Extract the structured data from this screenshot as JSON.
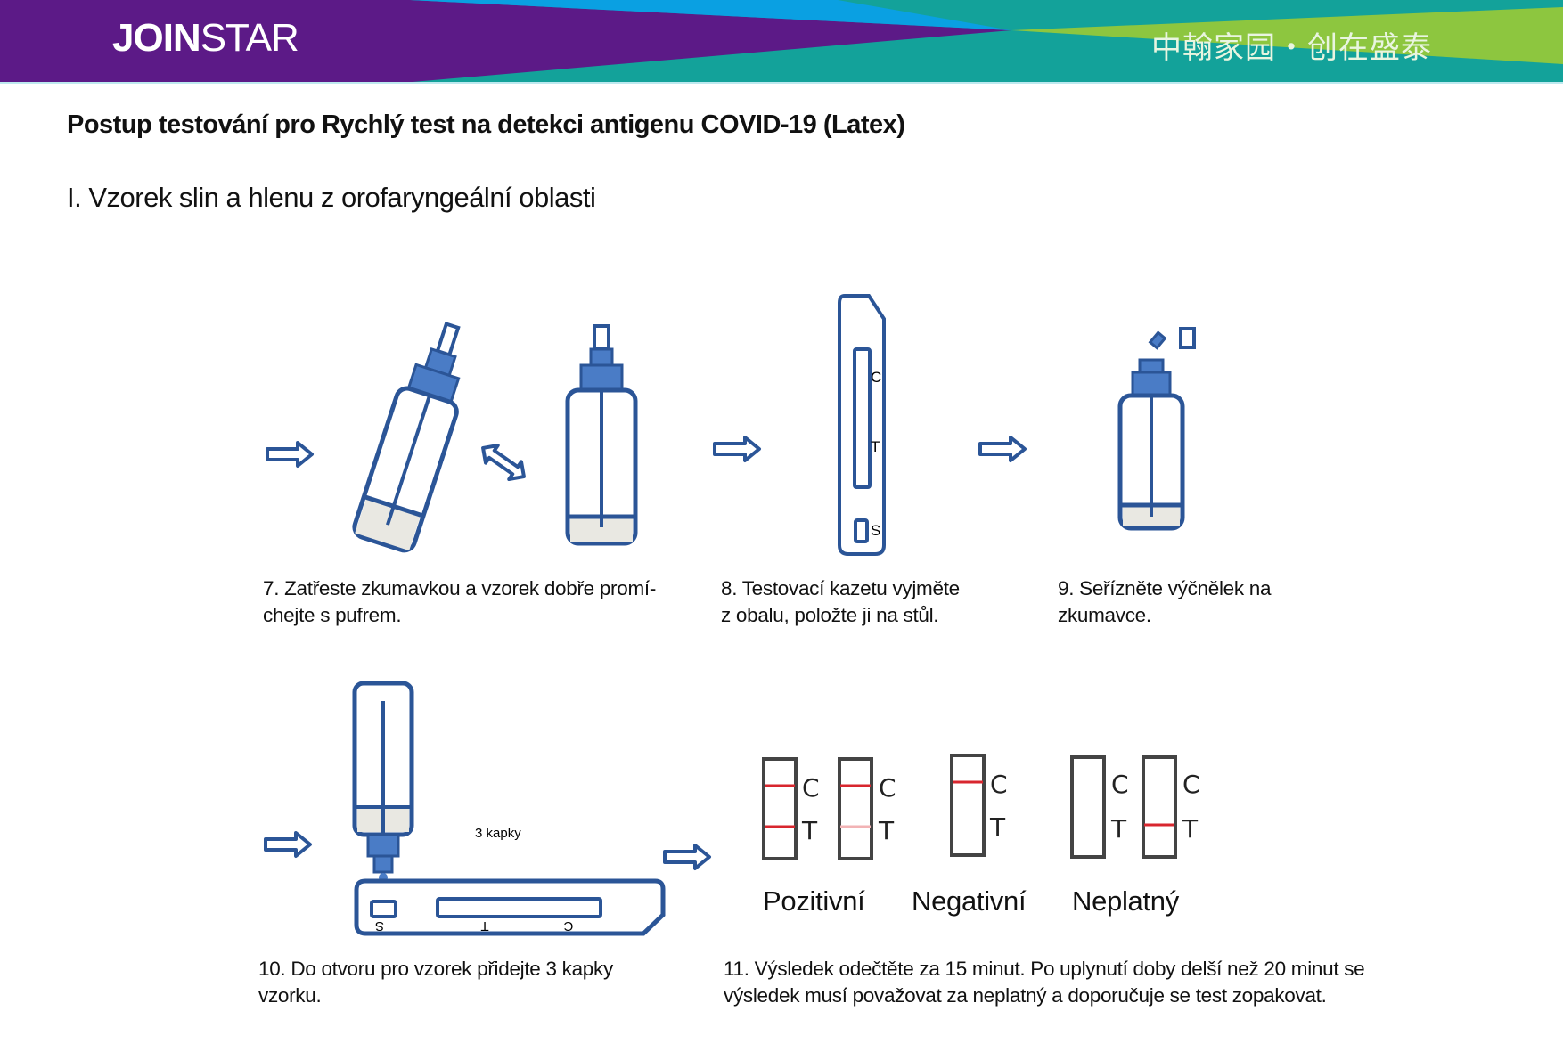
{
  "header": {
    "logo_bold": "JOIN",
    "logo_thin": "STAR",
    "slogan": "中翰家园・创在盛泰",
    "colors": {
      "purple": "#5c1a87",
      "teal": "#13a29a",
      "blue": "#0aa0e2",
      "green": "#8dc63f"
    }
  },
  "document": {
    "title": "Postup testování pro Rychlý test na detekci antigenu COVID-19 (Latex)",
    "section": "I. Vzorek slin a hlenu z orofaryngeální oblasti"
  },
  "steps": [
    {
      "number": "7",
      "caption": "7. Zatřeste zkumavkou a vzorek dobře promí-",
      "caption2": "chejte s pufrem."
    },
    {
      "number": "8",
      "caption": "8. Testovací kazetu vyjměte",
      "caption2": "z obalu, položte ji na stůl."
    },
    {
      "number": "9",
      "caption": "9. Seřízněte výčnělek na",
      "caption2": "zkumavce."
    },
    {
      "number": "10",
      "caption": "10. Do otvoru pro vzorek přidejte 3 kapky",
      "caption2": "vzorku."
    },
    {
      "number": "11",
      "caption": "11. Výsledek odečtěte za 15 minut. Po uplynutí doby delší než 20 minut se",
      "caption2": "výsledek musí považovat za neplatný a doporučuje se test zopakovat."
    }
  ],
  "cassette_marks": {
    "c": "C",
    "t": "T",
    "s": "S"
  },
  "drops_label": "3 kapky",
  "results": {
    "positive": "Pozitivní",
    "negative": "Negativní",
    "invalid": "Neplatný"
  },
  "colors": {
    "outline": "#2b5597",
    "cap": "#4a7cc6",
    "liquid": "#e9e8e2",
    "line_red": "#d8262e"
  }
}
